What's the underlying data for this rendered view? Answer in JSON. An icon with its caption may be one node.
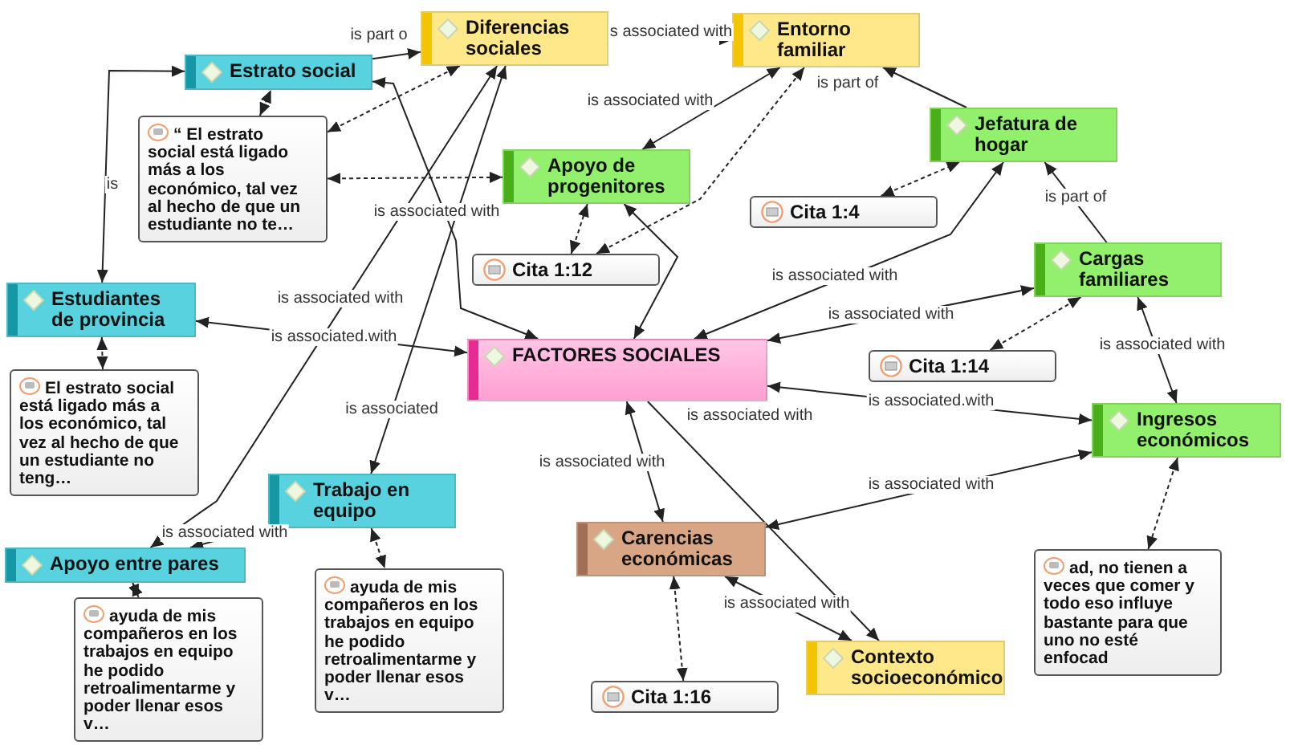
{
  "diagram": {
    "nodes": [
      {
        "text": [
          "Diferencias sociales"
        ]
      },
      {
        "text": [
          "Entorno familiar"
        ]
      },
      {
        "text": [
          "Estrato social"
        ]
      },
      {
        "text": [
          "“ El estrato social está ligado más a los económico, tal vez  al hecho de que un estudiante no te…"
        ]
      },
      {
        "text": [
          "Apoyo de progenitores"
        ]
      },
      {
        "text": [
          "Jefatura de hogar"
        ]
      },
      {
        "text": [
          "Cita 1:4"
        ]
      },
      {
        "text": [
          "Cita 1:12"
        ]
      },
      {
        "text": [
          "Cargas familiares"
        ]
      },
      {
        "text": [
          "Estudiantes de provincia"
        ]
      },
      {
        "text": [
          "FACTORES SOCIALES"
        ]
      },
      {
        "text": [
          "Cita 1:14"
        ]
      },
      {
        "text": [
          "El estrato social está ligado más a los económico, tal vez  al hecho de que un estudiante no teng…"
        ]
      },
      {
        "text": [
          "Ingresos económicos"
        ]
      },
      {
        "text": [
          "Trabajo en equipo"
        ]
      },
      {
        "text": [
          "Apoyo entre pares"
        ]
      },
      {
        "text": [
          "Carencias económicas"
        ]
      },
      {
        "text": [
          "ayuda de mis compañeros en los trabajos en equipo he  podido retroalimentarme y poder llenar esos v…"
        ]
      },
      {
        "text": [
          "ayuda de mis compañeros en los trabajos en equipo he  podido retroalimentarme y poder llenar esos v…"
        ]
      },
      {
        "text": [
          "ad, no tienen a veces que comer y todo eso  influye bastante para que uno no esté enfocad"
        ]
      },
      {
        "text": [
          "Cita 1:16"
        ]
      },
      {
        "text": [
          "Contexto socioeconómico"
        ]
      }
    ],
    "edges": [
      {
        "from": 10,
        "to": 2,
        "arrow": "both",
        "label": "is associated with"
      },
      {
        "from": 9,
        "to": 2,
        "arrow": "both",
        "label": "is"
      },
      {
        "from": 3,
        "to": 2,
        "arrow": "both",
        "style": "dashed"
      },
      {
        "from": 3,
        "to": 0,
        "arrow": "both",
        "style": "dashed"
      },
      {
        "from": 2,
        "to": 0,
        "arrow": "to",
        "label": "is part o"
      },
      {
        "from": 0,
        "to": 1,
        "arrow": "to",
        "label": "s associated with"
      },
      {
        "from": 3,
        "to": 4,
        "arrow": "both",
        "style": "dashed"
      },
      {
        "from": 4,
        "to": 1,
        "arrow": "both",
        "label": "is associated with"
      },
      {
        "from": 7,
        "to": 1,
        "arrow": "both",
        "style": "dashed"
      },
      {
        "from": 7,
        "to": 4,
        "arrow": "both",
        "style": "dashed"
      },
      {
        "from": 5,
        "to": 1,
        "arrow": "to",
        "label": "is part of"
      },
      {
        "from": 6,
        "to": 5,
        "arrow": "both",
        "style": "dashed"
      },
      {
        "from": 10,
        "to": 5,
        "arrow": "both",
        "label": "is associated with"
      },
      {
        "from": 8,
        "to": 5,
        "arrow": "to",
        "label": "is part of"
      },
      {
        "from": 10,
        "to": 8,
        "arrow": "both",
        "label": "is associated with"
      },
      {
        "from": 11,
        "to": 8,
        "arrow": "both",
        "style": "dashed"
      },
      {
        "from": 8,
        "to": 13,
        "arrow": "both",
        "label": "is associated with"
      },
      {
        "from": 10,
        "to": 13,
        "arrow": "both",
        "label": "is associated.with"
      },
      {
        "from": 13,
        "to": 19,
        "arrow": "both",
        "style": "dashed"
      },
      {
        "from": 13,
        "to": 16,
        "arrow": "both",
        "label": "is associated with"
      },
      {
        "from": 10,
        "to": 16,
        "arrow": "both",
        "label": "is associated with"
      },
      {
        "from": 10,
        "to": 21,
        "arrow": "to",
        "label": "is associated with"
      },
      {
        "from": 16,
        "to": 21,
        "arrow": "both",
        "label": "is associated with"
      },
      {
        "from": 16,
        "to": 20,
        "arrow": "both",
        "style": "dashed"
      },
      {
        "from": 9,
        "to": 10,
        "arrow": "both",
        "label": "is associated.with"
      },
      {
        "from": 9,
        "to": 12,
        "arrow": "both",
        "style": "dashed"
      },
      {
        "from": 15,
        "to": 0,
        "arrow": "both",
        "label": "is associated with"
      },
      {
        "from": 14,
        "to": 0,
        "arrow": "both",
        "label": "is associated"
      },
      {
        "from": 15,
        "to": 14,
        "arrow": "both",
        "label": "is associated with"
      },
      {
        "from": 15,
        "to": 17,
        "arrow": "both",
        "style": "dashed"
      },
      {
        "from": 14,
        "to": 18,
        "arrow": "both",
        "style": "dashed"
      },
      {
        "from": 4,
        "to": 10,
        "arrow": "both"
      }
    ]
  }
}
